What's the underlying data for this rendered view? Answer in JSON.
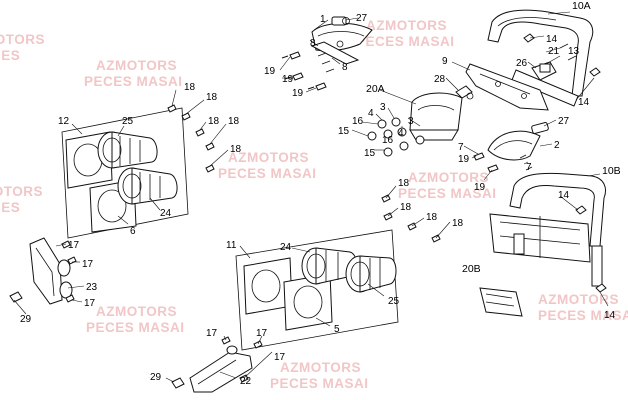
{
  "watermarks": [
    {
      "line1": "AZMOTORS",
      "line2": "PECES MASAI"
    },
    {
      "line1": "AZMOTORS",
      "line2": "PECES MASAI"
    },
    {
      "line1": "AZMOTORS",
      "line2": "PECES MASAI"
    },
    {
      "line1": "AZMOTORS",
      "line2": "PECES MASAI"
    },
    {
      "line1": "AZMOTORS",
      "line2": "PECES MASAI"
    },
    {
      "line1": "AZMOTORS",
      "line2": "PECES MASAI"
    },
    {
      "line1": "AZMOTORS",
      "line2": "PECES MASAI"
    },
    {
      "line1": "AZMOTORS",
      "line2": "PECES"
    },
    {
      "line1": "AZMOTORS",
      "line2": "PECES"
    }
  ],
  "callouts": {
    "c1": "1",
    "c27a": "27",
    "c8a": "8",
    "c8b": "8",
    "c19a": "19",
    "c19b": "19",
    "c19c": "19",
    "c10a": "10A",
    "c14a": "14",
    "c21": "21",
    "c13": "13",
    "c26": "26",
    "c14b": "14",
    "c9": "9",
    "c28": "28",
    "c20a": "20A",
    "c16a": "16",
    "c4a": "4",
    "c3a": "3",
    "c15a": "15",
    "c4b": "4",
    "c3b": "3",
    "c16b": "16",
    "c15b": "15",
    "c27b": "27",
    "c7a": "7",
    "c19d": "19",
    "c2": "2",
    "c7b": "7",
    "c19e": "19",
    "c12": "12",
    "c25a": "25",
    "c18a": "18",
    "c18b": "18",
    "c18c": "18",
    "c18d": "18",
    "c18e": "18",
    "c24a": "24",
    "c6": "6",
    "c10b": "10B",
    "c14c": "14",
    "c14d": "14",
    "c17a": "17",
    "c17b": "17",
    "c23": "23",
    "c17c": "17",
    "c29a": "29",
    "c18f": "18",
    "c18g": "18",
    "c18h": "18",
    "c18i": "18",
    "c11": "11",
    "c24b": "24",
    "c25b": "25",
    "c5": "5",
    "c20b": "20B",
    "c17d": "17",
    "c17e": "17",
    "c17f": "17",
    "c29b": "29",
    "c22": "22"
  }
}
